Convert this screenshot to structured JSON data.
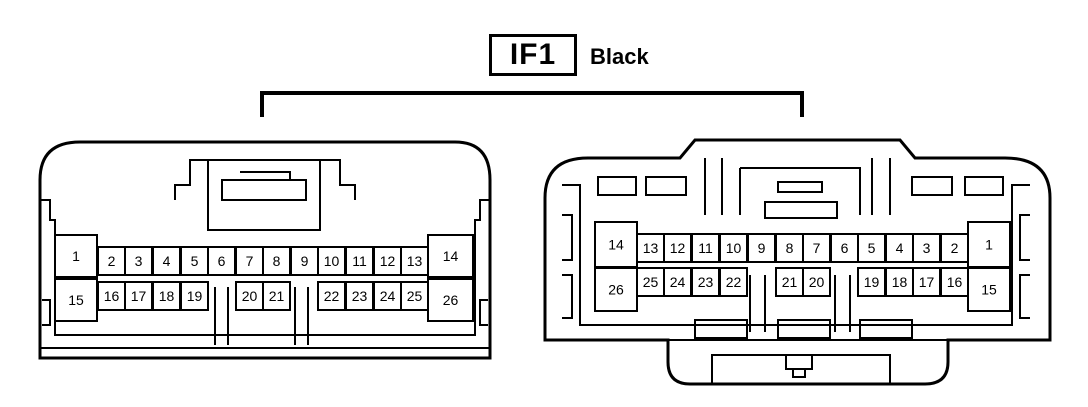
{
  "connector": {
    "code": "IF1",
    "color": "Black"
  },
  "left_connector": {
    "pins": [
      {
        "label": "1"
      },
      {
        "label": "2"
      },
      {
        "label": "3"
      },
      {
        "label": "4"
      },
      {
        "label": "5"
      },
      {
        "label": "6"
      },
      {
        "label": "7"
      },
      {
        "label": "8"
      },
      {
        "label": "9"
      },
      {
        "label": "10"
      },
      {
        "label": "11"
      },
      {
        "label": "12"
      },
      {
        "label": "13"
      },
      {
        "label": "14"
      },
      {
        "label": "15"
      },
      {
        "label": "16"
      },
      {
        "label": "17"
      },
      {
        "label": "18"
      },
      {
        "label": "19"
      },
      {
        "label": "20"
      },
      {
        "label": "21"
      },
      {
        "label": "22"
      },
      {
        "label": "23"
      },
      {
        "label": "24"
      },
      {
        "label": "25"
      },
      {
        "label": "26"
      }
    ]
  },
  "right_connector": {
    "pins": [
      {
        "label": "14"
      },
      {
        "label": "13"
      },
      {
        "label": "12"
      },
      {
        "label": "11"
      },
      {
        "label": "10"
      },
      {
        "label": "9"
      },
      {
        "label": "8"
      },
      {
        "label": "7"
      },
      {
        "label": "6"
      },
      {
        "label": "5"
      },
      {
        "label": "4"
      },
      {
        "label": "3"
      },
      {
        "label": "2"
      },
      {
        "label": "1"
      },
      {
        "label": "26"
      },
      {
        "label": "25"
      },
      {
        "label": "24"
      },
      {
        "label": "23"
      },
      {
        "label": "22"
      },
      {
        "label": "21"
      },
      {
        "label": "20"
      },
      {
        "label": "19"
      },
      {
        "label": "18"
      },
      {
        "label": "17"
      },
      {
        "label": "16"
      },
      {
        "label": "15"
      }
    ]
  }
}
